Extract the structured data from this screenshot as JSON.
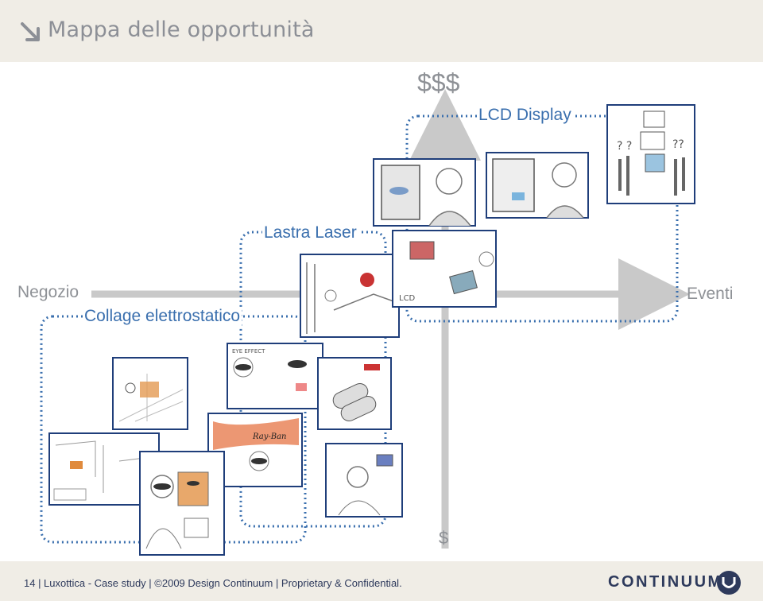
{
  "header": {
    "title": "Mappa delle opportunità"
  },
  "axes": {
    "top": "$$$",
    "bottom": "$",
    "left": "Negozio",
    "right": "Eventi"
  },
  "groups": {
    "lcd_display": "LCD Display",
    "lastra_laser": "Lastra Laser",
    "collage": "Collage elettrostatico"
  },
  "footer": {
    "text": "14 | Luxottica - Case study | ©2009 Design Continuum | Proprietary & Confidential.",
    "logo": "CONTINUUM"
  },
  "sketch_labels": {
    "lcd": "LCD",
    "ray": "Ray-Ban",
    "effect": "EYE EFFECT"
  },
  "colors": {
    "accent": "#3a6fae",
    "axis": "#c9c9c9",
    "header_bg": "#f0ede6",
    "footer_text": "#2e3a5c",
    "grey_text": "#8e9196"
  }
}
